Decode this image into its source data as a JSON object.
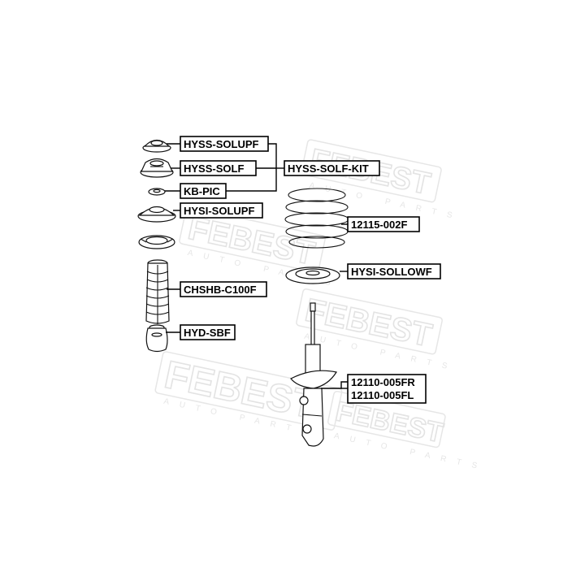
{
  "watermark": {
    "brand": "FEBEST",
    "tagline": "AUTO PARTS"
  },
  "labels": {
    "hyss_solupf": "HYSS-SOLUPF",
    "hyss_solf": "HYSS-SOLF",
    "hyss_solf_kit": "HYSS-SOLF-KIT",
    "kb_pic": "KB-PIC",
    "hysi_solupf": "HYSI-SOLUPF",
    "spring": "12115-002F",
    "hysi_sollowf": "HYSI-SOLLOWF",
    "chshb": "CHSHB-C100F",
    "hyd_sbf": "HYD-SBF",
    "strut_fr": "12110-005FR",
    "strut_fl": "12110-005FL"
  }
}
